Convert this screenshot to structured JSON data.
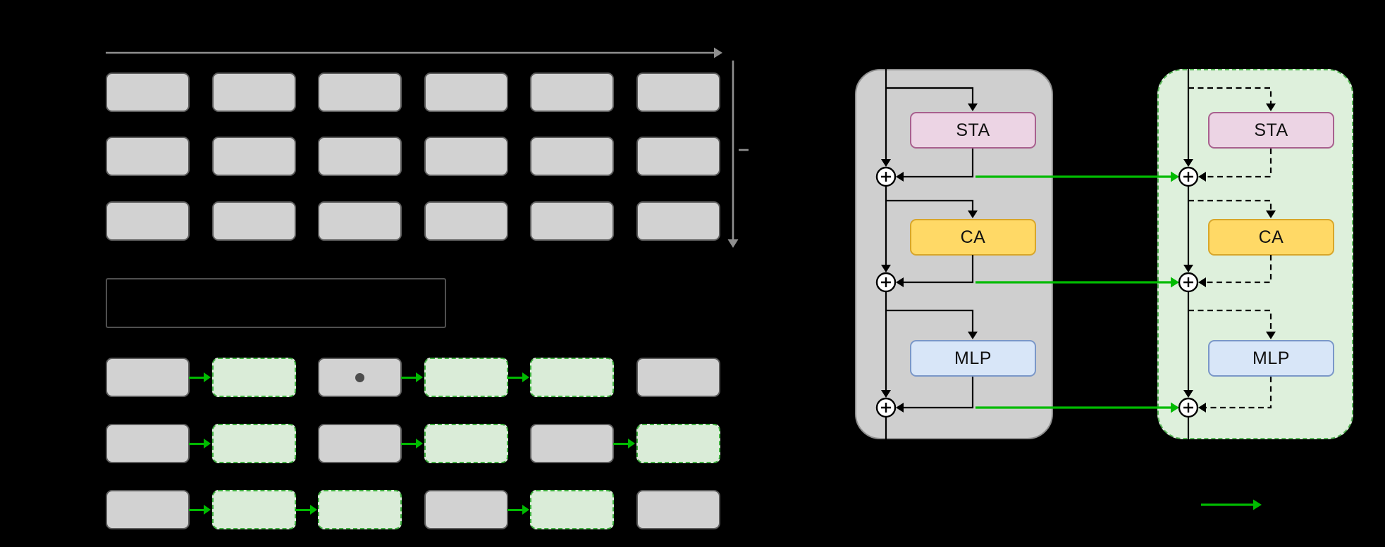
{
  "figure": {
    "background": "#000000"
  },
  "colors": {
    "gray_cell_fill": "#d2d2d2",
    "gray_cell_border": "#5c5c5c",
    "green_cell_fill": "#daecd8",
    "green_cell_border": "#3fae3f",
    "green_arrow": "#00bb00",
    "dot_color": "#4d4d4d",
    "legend_box_border": "#4f4f4f",
    "axis_arrow": "#8f8f8f",
    "gray_container_fill": "#cfcfcf",
    "gray_container_border": "#909090",
    "green_container_fill": "#def0dc",
    "green_container_border": "#56b456",
    "sta_fill": "#ecd4e4",
    "sta_border": "#a8608e",
    "ca_fill": "#ffd966",
    "ca_border": "#d8a62a",
    "mlp_fill": "#d8e6f8",
    "mlp_border": "#7a97c8",
    "flow_line": "#000000",
    "plus_fill": "#ffffff"
  },
  "modules": {
    "sta_label": "STA",
    "ca_label": "CA",
    "mlp_label": "MLP"
  },
  "icons": {
    "residual_add": "plus-in-circle",
    "reuse_arrow": "green-right-arrow",
    "timestep_axis": "gray-right-arrow",
    "layer_axis": "gray-down-arrow"
  },
  "timestep_grid": {
    "rows": 3,
    "cols": 6
  },
  "cache_schedule_grid": {
    "rows": [
      {
        "cells": [
          "gray",
          "green",
          "gray-dot",
          "green",
          "green",
          "gray"
        ],
        "arrows_after_index": [
          0,
          2,
          3
        ]
      },
      {
        "cells": [
          "gray",
          "green",
          "gray",
          "green",
          "gray",
          "green"
        ],
        "arrows_after_index": [
          0,
          2,
          4
        ]
      },
      {
        "cells": [
          "gray",
          "green",
          "green",
          "gray",
          "green",
          "gray"
        ],
        "arrows_after_index": [
          0,
          1,
          3
        ]
      }
    ]
  }
}
